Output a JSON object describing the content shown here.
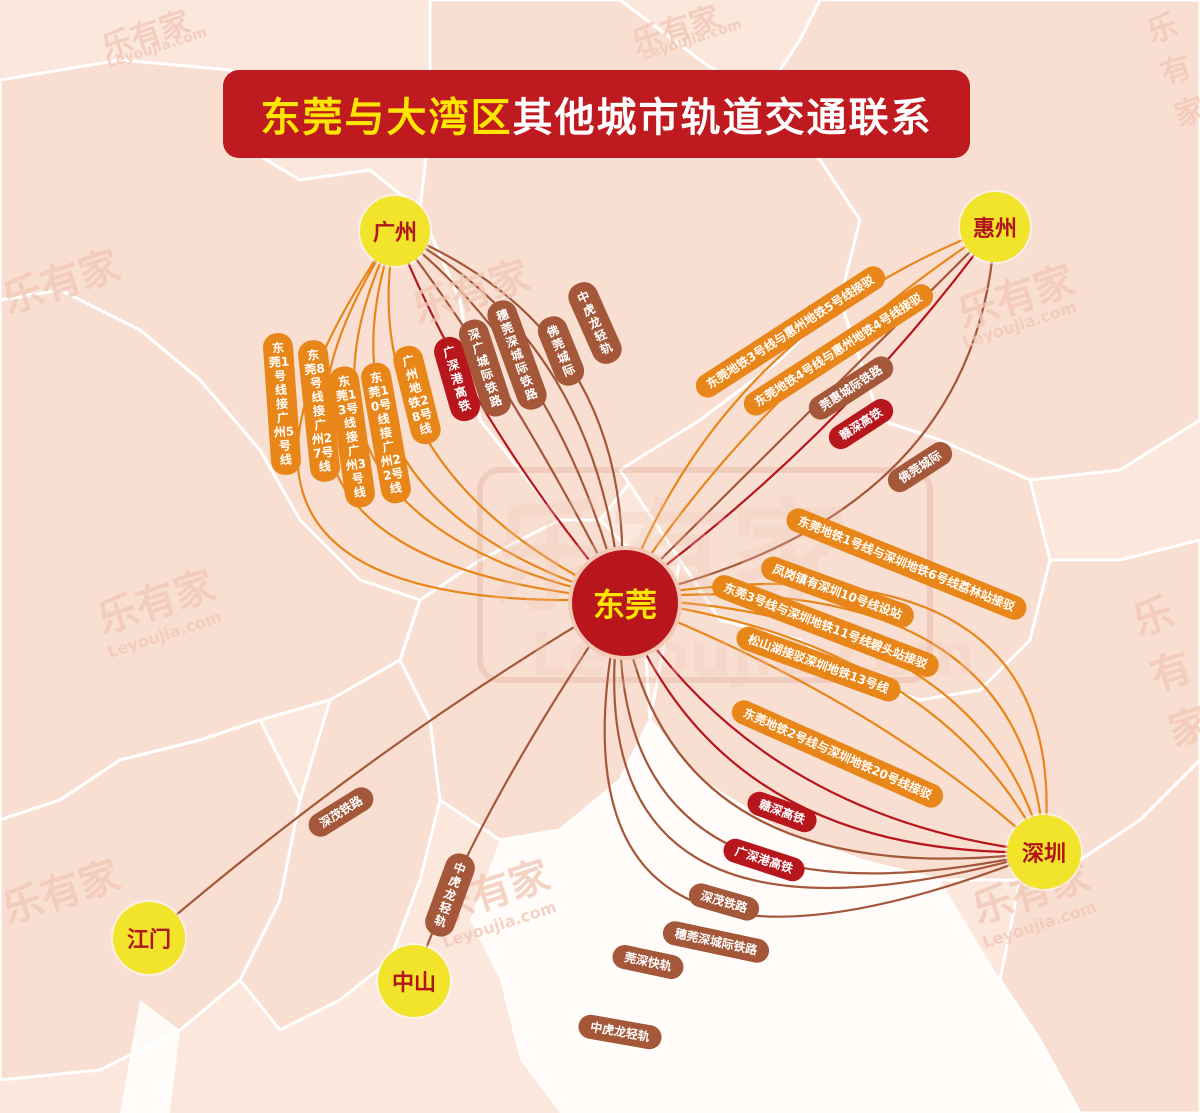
{
  "title": {
    "part1": "东莞与大湾区",
    "part2": "其他城市轨道交通联系"
  },
  "colors": {
    "orange": "#e8861a",
    "red": "#b7161d",
    "brown": "#a5573a",
    "city_fill": "#f2e42a",
    "hub_fill": "#b8161c",
    "title_bg": "#bf1a1f"
  },
  "hub": {
    "name": "东莞"
  },
  "cities": {
    "guangzhou": "广州",
    "huizhou": "惠州",
    "shenzhen": "深圳",
    "jiangmen": "江门",
    "zhongshan": "中山"
  },
  "routes": {
    "guangzhou": [
      "东莞1号线接广州5号线",
      "东莞8号线接广州27号线",
      "东莞13号线接广州3号线",
      "东莞10号线接广州22号线",
      "广州地铁28号线",
      "广深港高铁",
      "深广城际铁路",
      "穗莞深城际铁路",
      "佛莞城际",
      "中虎龙轻轨"
    ],
    "huizhou": [
      "东莞地铁3号线与惠州地铁5号线接驳",
      "东莞地铁4号线与惠州地铁4号线接驳",
      "莞惠城际铁路",
      "赣深高铁",
      "佛莞城际"
    ],
    "shenzhen": [
      "东莞地铁1号线与深圳地铁6号线荔林站接驳",
      "凤岗镇有深圳10号线设站",
      "东莞3号线与深圳地铁11号线碧头站接驳",
      "松山湖接驳深圳地铁13号线",
      "东莞地铁2号线与深圳地铁20号线接驳",
      "赣深高铁",
      "广深港高铁",
      "深茂铁路",
      "穗莞深城际铁路",
      "莞深快轨",
      "中虎龙轻轨"
    ],
    "jiangmen": [
      "深茂铁路"
    ],
    "zhongshan": [
      "中虎龙轻轨"
    ]
  },
  "watermark": {
    "brand": "乐有家",
    "site": "Leyoujia.com"
  }
}
